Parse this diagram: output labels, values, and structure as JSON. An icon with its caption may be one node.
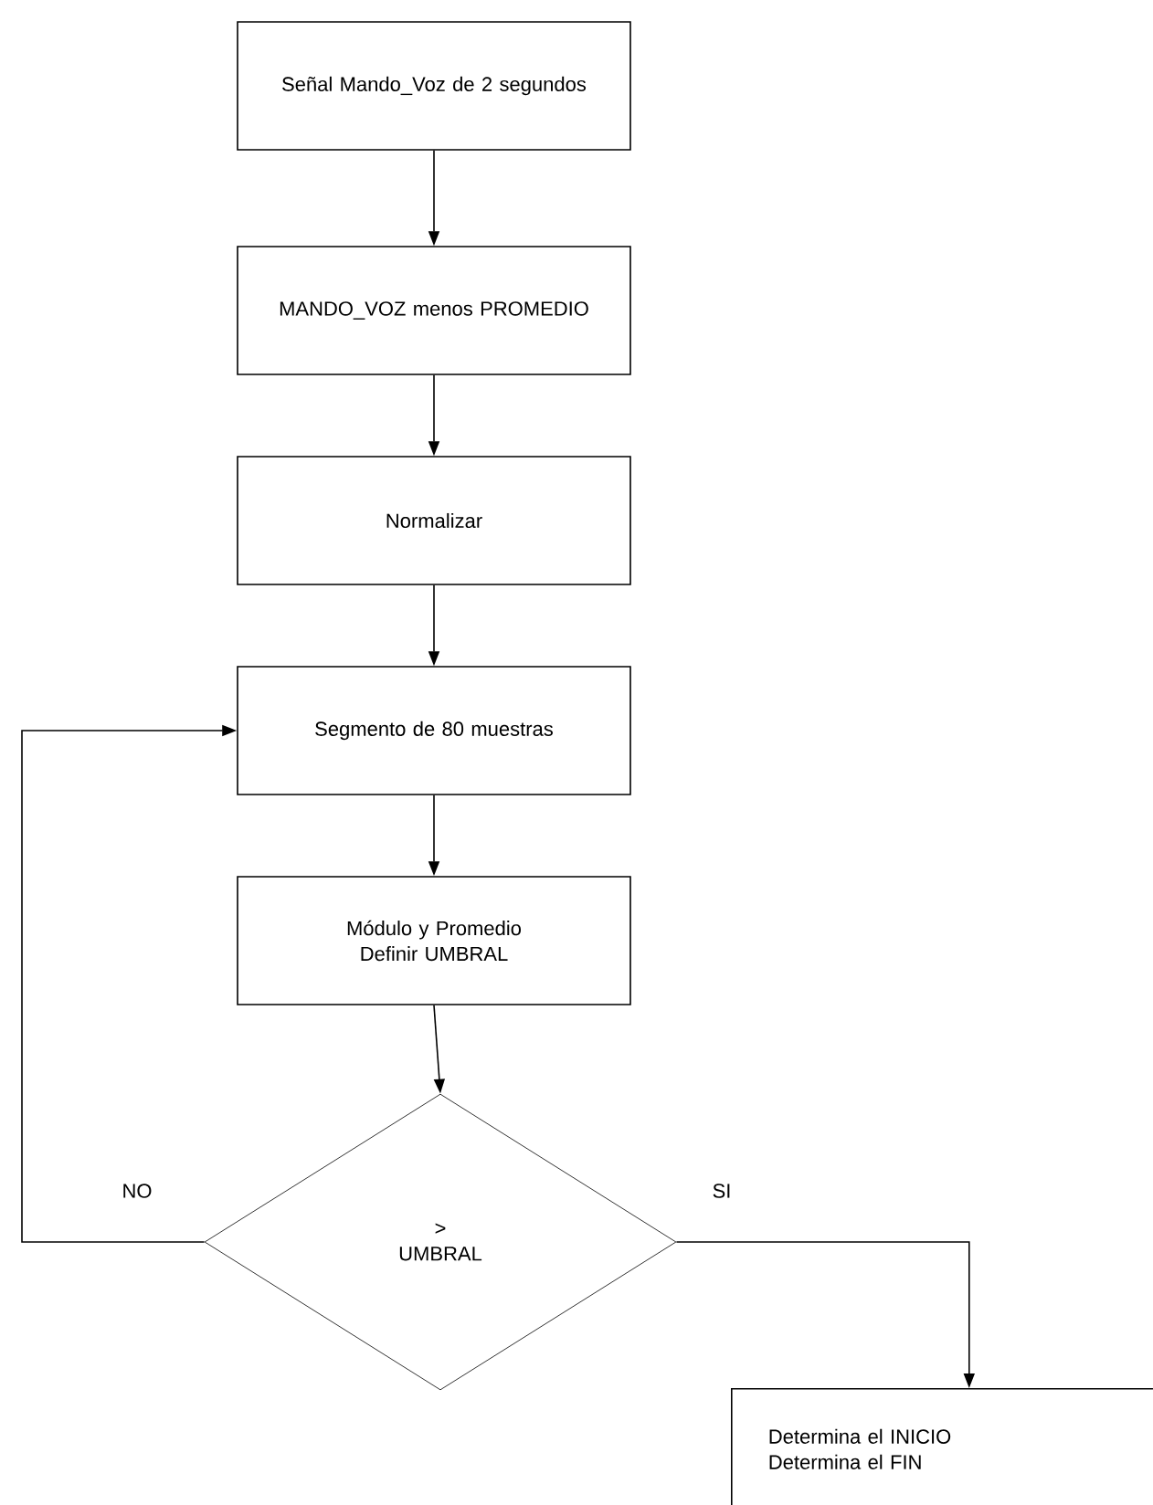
{
  "diagram": {
    "nodes": [
      {
        "text": [
          "Señal Mando_Voz de 2 segundos"
        ]
      },
      {
        "text": [
          "MANDO_VOZ menos PROMEDIO"
        ]
      },
      {
        "text": [
          "Normalizar"
        ]
      },
      {
        "text": [
          "Segmento de 80 muestras"
        ]
      },
      {
        "text": [
          "Módulo y Promedio",
          "Definir UMBRAL"
        ]
      },
      {
        "text": [
          ">",
          "UMBRAL"
        ]
      },
      {
        "text": [
          "Determina el INICIO",
          "Determina el FIN"
        ]
      }
    ],
    "edges": [
      {
        "from": 0,
        "to": 1,
        "arrow": "to"
      },
      {
        "from": 1,
        "to": 2,
        "arrow": "to"
      },
      {
        "from": 2,
        "to": 3,
        "arrow": "to"
      },
      {
        "from": 3,
        "to": 4,
        "arrow": "to"
      },
      {
        "from": 4,
        "to": 5,
        "arrow": "to"
      },
      {
        "from": 5,
        "to": 3,
        "arrow": "to",
        "label": "NO"
      },
      {
        "from": 5,
        "to": 6,
        "arrow": "to",
        "label": "SI"
      }
    ]
  }
}
